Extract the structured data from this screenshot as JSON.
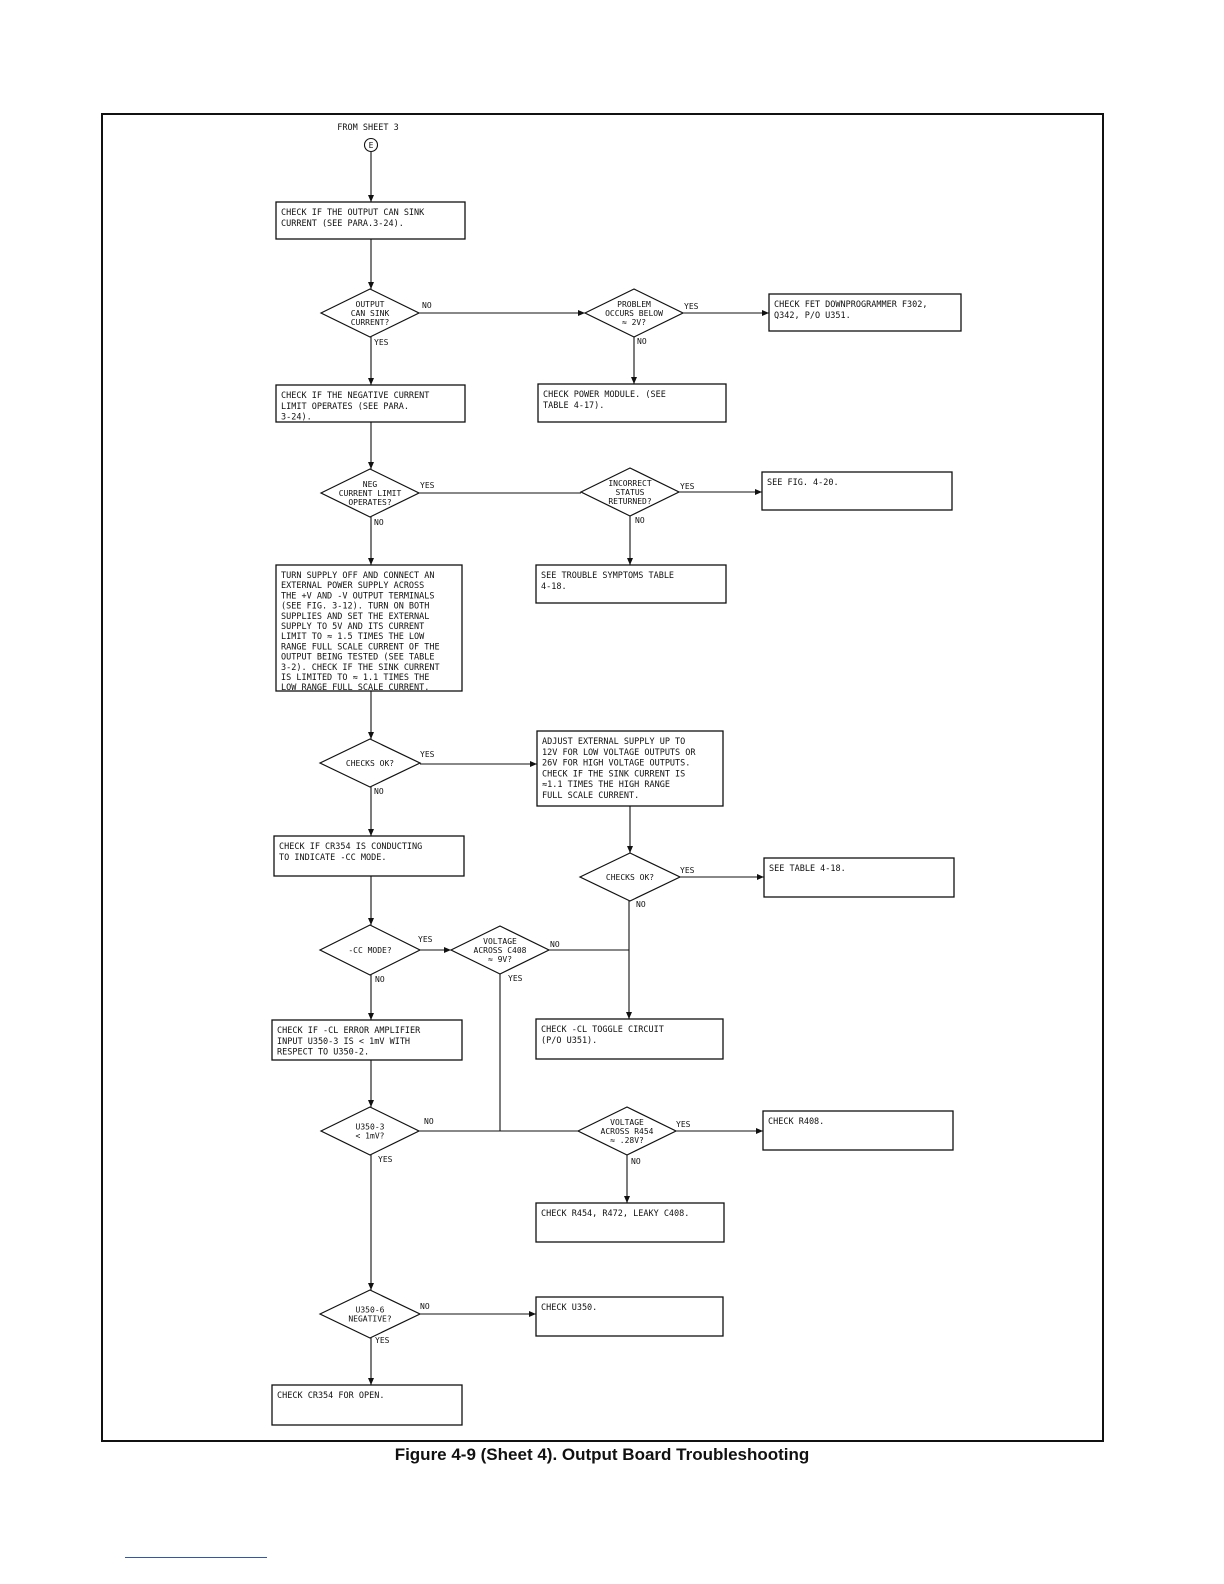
{
  "from_sheet": "FROM SHEET 3",
  "connector": "E",
  "caption": "Figure 4-9 (Sheet 4). Output Board Troubleshooting",
  "boxes": {
    "check_sink": [
      "CHECK IF THE OUTPUT CAN SINK",
      "CURRENT (SEE PARA.3-24)."
    ],
    "check_fet": [
      "CHECK FET DOWNPROGRAMMER F302,",
      "Q342, P/O U351."
    ],
    "check_neg_limit": [
      "CHECK IF THE NEGATIVE CURRENT",
      "LIMIT OPERATES (SEE PARA.",
      "3-24)."
    ],
    "check_power_module": [
      "CHECK POWER MODULE. (SEE",
      "TABLE 4-17)."
    ],
    "see_fig": [
      "SEE FIG. 4-20."
    ],
    "turn_supply": [
      "TURN SUPPLY OFF AND CONNECT AN",
      "EXTERNAL POWER SUPPLY ACROSS",
      "THE +V AND -V OUTPUT TERMINALS",
      "(SEE FIG. 3-12). TURN ON BOTH",
      "SUPPLIES AND SET THE EXTERNAL",
      "SUPPLY TO 5V AND ITS CURRENT",
      "LIMIT TO ≈ 1.5 TIMES THE LOW",
      "RANGE FULL SCALE CURRENT OF THE",
      "OUTPUT BEING TESTED (SEE TABLE",
      "3-2). CHECK IF THE SINK CURRENT",
      "IS LIMITED TO ≈ 1.1 TIMES THE",
      "LOW RANGE FULL SCALE CURRENT."
    ],
    "see_trouble": [
      "SEE TROUBLE SYMPTOMS TABLE",
      "4-18."
    ],
    "adjust_external": [
      "ADJUST EXTERNAL SUPPLY UP TO",
      "12V FOR LOW VOLTAGE OUTPUTS OR",
      "26V FOR HIGH VOLTAGE OUTPUTS.",
      "CHECK IF THE SINK CURRENT IS",
      "≈1.1 TIMES THE HIGH RANGE",
      "FULL SCALE CURRENT."
    ],
    "check_cr354_cond": [
      "CHECK IF CR354 IS CONDUCTING",
      "TO INDICATE -CC MODE."
    ],
    "see_table_418": [
      "SEE TABLE 4-18."
    ],
    "check_cl_error": [
      "CHECK IF -CL ERROR AMPLIFIER",
      "INPUT U350-3 IS < 1mV WITH",
      "RESPECT TO U350-2."
    ],
    "check_cl_toggle": [
      "CHECK -CL TOGGLE CIRCUIT",
      "(P/O U351)."
    ],
    "check_r408": [
      "CHECK R408."
    ],
    "check_r454": [
      "CHECK R454, R472, LEAKY C408."
    ],
    "check_u350": [
      "CHECK U350."
    ],
    "check_cr354_open": [
      "CHECK CR354 FOR OPEN."
    ]
  },
  "decisions": {
    "output_sink": [
      "OUTPUT",
      "CAN SINK",
      "CURRENT?"
    ],
    "problem_below": [
      "PROBLEM",
      "OCCURS BELOW",
      "≈ 2V?"
    ],
    "neg_limit": [
      "NEG",
      "CURRENT LIMIT",
      "OPERATES?"
    ],
    "incorrect_status": [
      "INCORRECT",
      "STATUS",
      "RETURNED?"
    ],
    "checks_ok_1": [
      "CHECKS OK?"
    ],
    "checks_ok_2": [
      "CHECKS OK?"
    ],
    "cc_mode": [
      "-CC MODE?"
    ],
    "voltage_c408": [
      "VOLTAGE",
      "ACROSS C408",
      "≈ 9V?"
    ],
    "u350_3": [
      "U350-3",
      "< 1mV?"
    ],
    "voltage_r454": [
      "VOLTAGE",
      "ACROSS R454",
      "≈ .28V?"
    ],
    "u350_6": [
      "U350-6",
      "NEGATIVE?"
    ]
  },
  "branch_labels": {
    "yes": "YES",
    "no": "NO"
  }
}
